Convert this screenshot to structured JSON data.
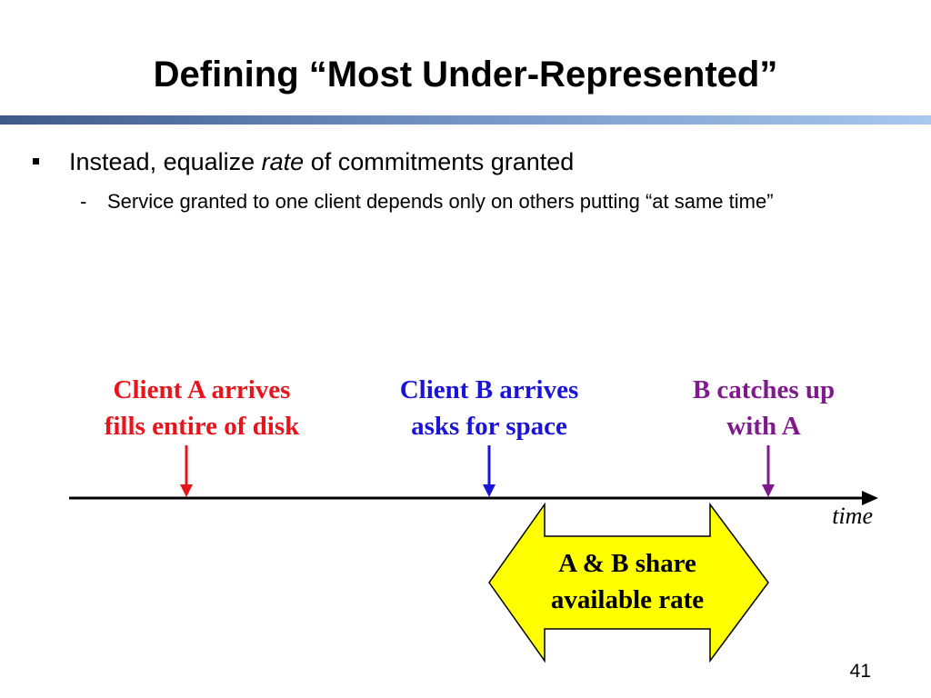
{
  "slide": {
    "title": "Defining “Most Under-Represented”",
    "page_number": "41"
  },
  "bullets": {
    "level1": {
      "prefix": "Instead, equalize ",
      "emphasis": "rate",
      "suffix": " of commitments granted"
    },
    "level2": {
      "dash": "-",
      "text": "Service granted to one client depends only on others putting “at same time”"
    }
  },
  "diagram": {
    "events": [
      {
        "line1": "Client A arrives",
        "line2": "fills entire of disk",
        "color": "#e8141b"
      },
      {
        "line1": "Client B arrives",
        "line2": "asks for space",
        "color": "#1a14d8"
      },
      {
        "line1": "B catches up",
        "line2": "with A",
        "color": "#7f1a8c"
      }
    ],
    "axis_label": "time",
    "share_box": {
      "line1": "A & B share",
      "line2": "available rate",
      "fill": "#ffff00"
    }
  }
}
